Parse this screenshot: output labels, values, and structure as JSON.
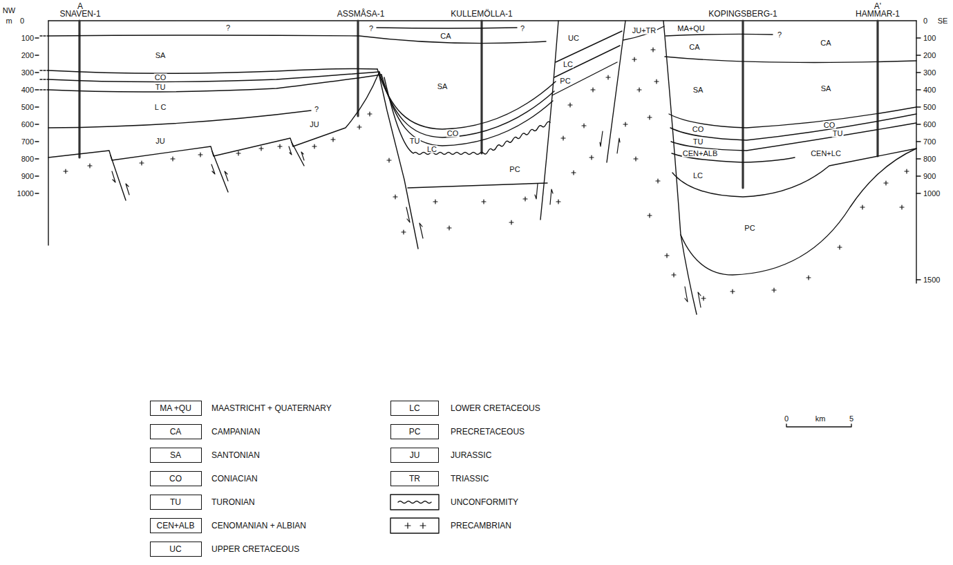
{
  "diagram": {
    "nodes": [
      {
        "text": [
          "MA +QU"
        ]
      },
      {
        "text": [
          "CA"
        ]
      },
      {
        "text": [
          "SA"
        ]
      },
      {
        "text": [
          "CO"
        ]
      },
      {
        "text": [
          "TU"
        ]
      },
      {
        "text": [
          "CEN+ALB"
        ]
      },
      {
        "text": [
          "UC"
        ]
      },
      {
        "text": [
          "LC"
        ]
      },
      {
        "text": [
          "PC"
        ]
      },
      {
        "text": [
          "JU"
        ]
      },
      {
        "text": [
          "TR"
        ]
      }
    ],
    "labels": [
      "NW",
      "m",
      "0",
      "100",
      "200",
      "300",
      "400",
      "500",
      "600",
      "700",
      "800",
      "900",
      "1000",
      "A",
      "SNAVEN-1",
      "ASSMÅSA-1",
      "KULLEMÖLLA-1",
      "KOPINGSBERG-1",
      "A'",
      "HAMMAR-1",
      "0",
      "SE",
      "100",
      "200",
      "300",
      "400",
      "500",
      "600",
      "700",
      "800",
      "900",
      "1000",
      "1500",
      "?",
      "SA",
      "CO",
      "TU",
      "L C",
      "?",
      "JU",
      "JU",
      "?",
      "CA",
      "?",
      "SA",
      "TU",
      "CO",
      "LC",
      "PC",
      "UC",
      "LC",
      "PC",
      "JU+TR",
      "MA+QU",
      "?",
      "CA",
      "CA",
      "SA",
      "SA",
      "CO",
      "TU",
      "CO",
      "TU",
      "CEN+ALB",
      "CEN+LC",
      "LC",
      "PC",
      "0",
      "km",
      "5"
    ],
    "legend": [
      {
        "text": "MAASTRICHT + QUATERNARY"
      },
      {
        "text": "CAMPANIAN"
      },
      {
        "text": "SANTONIAN"
      },
      {
        "text": "CONIACIAN"
      },
      {
        "text": "TURONIAN"
      },
      {
        "text": "CENOMANIAN + ALBIAN"
      },
      {
        "text": "UPPER CRETACEOUS"
      },
      {
        "text": "LOWER CRETACEOUS"
      },
      {
        "text": "PRECRETACEOUS"
      },
      {
        "text": "JURASSIC"
      },
      {
        "text": "TRIASSIC"
      },
      {
        "text": "UNCONFORMITY"
      },
      {
        "text": "PRECAMBRIAN"
      }
    ]
  }
}
